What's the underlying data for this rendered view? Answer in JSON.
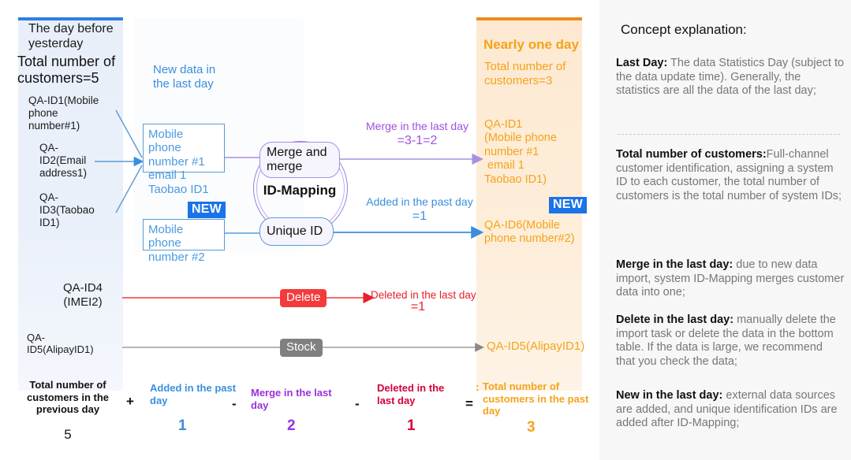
{
  "left_panel": {
    "day_label": "The day before\nyesterday",
    "total_label": "Total number of\ncustomers=5",
    "ids": [
      "QA-ID1(Mobile phone number#1)",
      "QA-\nID2(Email\naddress1)",
      "QA-\nID3(Taobao\nID1)",
      "QA-ID4\n(IMEI2)",
      "QA-\nID5(AlipayID1)"
    ],
    "id1": "QA-ID1(Mobile\nphone\nnumber#1)",
    "id2": "QA-\nID2(Email\naddress1)",
    "id3": "QA-\nID3(Taobao\nID1)",
    "id4": "QA-ID4\n(IMEI2)",
    "id5": "QA-\nID5(AlipayID1)"
  },
  "middle_panel": {
    "new_data_label": "New data in\nthe last day",
    "box_a": "Mobile phone number #1 email 1 Taobao ID1",
    "box_b": "Mobile phone number #2",
    "new_badge": "NEW",
    "idmapping_label": "ID-Mapping",
    "pill_merge": "Merge and\nmerge",
    "pill_unique": "Unique ID",
    "tag_delete": "Delete",
    "tag_stock": "Stock"
  },
  "arrow_labels": {
    "merge_title": "Merge in the last day",
    "merge_value": "=3-1=2",
    "added_title": "Added in the past day",
    "added_value": "=1",
    "deleted_title": "Deleted in the last day",
    "deleted_value": "=1"
  },
  "right_panel": {
    "nearly_label": "Nearly one day",
    "total_label": "Total number of\ncustomers=3",
    "qa_id1": "QA-ID1\n(Mobile phone\nnumber #1\n email 1\nTaobao ID1)",
    "qa_id6": "QA-ID6(Mobile\nphone number#2)",
    "qa_id5": "QA-ID5(AlipayID1)",
    "new_badge": "NEW"
  },
  "formula": {
    "cells": [
      {
        "title": "Total number of customers in the previous day",
        "value": "5",
        "color": "#111111"
      },
      {
        "title": "Added in the past day",
        "value": "1",
        "color": "#3b8ede"
      },
      {
        "title": "Merge in the last day",
        "value": "2",
        "color": "#9b30e0"
      },
      {
        "title": "Deleted in the last day",
        "value": "1",
        "color": "#d4003c"
      },
      {
        "title": "Total number of customers in the past day",
        "value": "3",
        "color": "#f5a31a"
      }
    ],
    "op_plus": "+",
    "op_minus1": "-",
    "op_minus2": "-",
    "op_equals": "=",
    "colon": ":"
  },
  "concept": {
    "title": "Concept explanation:",
    "items": [
      {
        "term": "Last Day:",
        "text": " The data Statistics Day (subject to the data update time). Generally, the statistics are all the data of the last day;"
      },
      {
        "term": "Total number of customers:",
        "text": "Full-channel customer identification, assigning a system ID to each customer, the total number of customers is the total number of system IDs;"
      },
      {
        "term": "Merge in the last day:",
        "text": " due to new data import, system ID-Mapping merges customer data into one;"
      },
      {
        "term": " Delete in the last day:",
        "text": " manually delete the import task or delete the data in the bottom table. If the data is large, we recommend that you check the data;"
      },
      {
        "term": "New in the last day:",
        "text": "  external data sources are added, and unique identification IDs are added after ID-Mapping;"
      }
    ]
  },
  "colors": {
    "blue": "#3b8ede",
    "purple": "#a24fe0",
    "orange": "#f5a31a",
    "red": "#e8202a",
    "gray": "#808080",
    "badge_blue": "#1a73e8"
  }
}
